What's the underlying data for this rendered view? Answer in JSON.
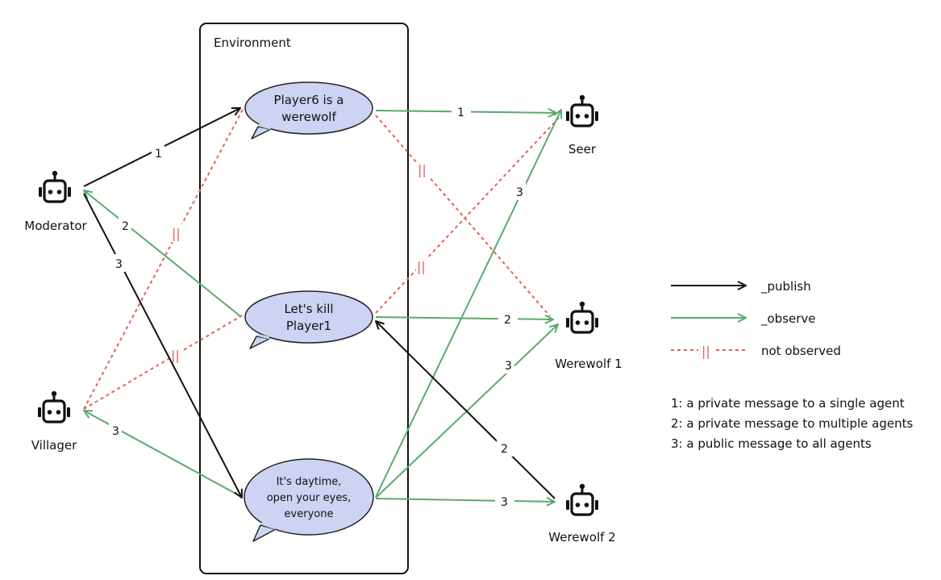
{
  "environment": {
    "title": "Environment"
  },
  "agents": {
    "moderator": "Moderator",
    "villager": "Villager",
    "seer": "Seer",
    "werewolf1": "Werewolf 1",
    "werewolf2": "Werewolf 2"
  },
  "messages": {
    "m1": [
      "Player6 is a",
      "werewolf"
    ],
    "m2": [
      "Let's kill",
      "Player1"
    ],
    "m3": [
      "It's daytime,",
      "open your eyes,",
      "everyone"
    ]
  },
  "edge_labels": {
    "mod_to_m1": "1",
    "m2_to_mod": "2",
    "mod_to_m3": "3",
    "m3_to_villager": "3",
    "m1_to_seer": "1",
    "m3_to_seer": "3",
    "m2_to_ww1": "2",
    "m3_to_ww1": "3",
    "ww2_to_m2": "2",
    "m3_to_ww2": "3",
    "not_observed_mark": "||"
  },
  "legend": {
    "publish": "_publish",
    "observe": "_observe",
    "not_observed": "not observed",
    "not_observed_mark": "||",
    "notes": [
      "1: a private message to a single agent",
      "2: a private message to multiple agents",
      "3: a public message to all agents"
    ]
  },
  "colors": {
    "publish": "#111111",
    "observe": "#5aaa6e",
    "not_observed": "#e0635a",
    "bubble_fill": "#cdd3f2",
    "bubble_stroke": "#222222"
  }
}
